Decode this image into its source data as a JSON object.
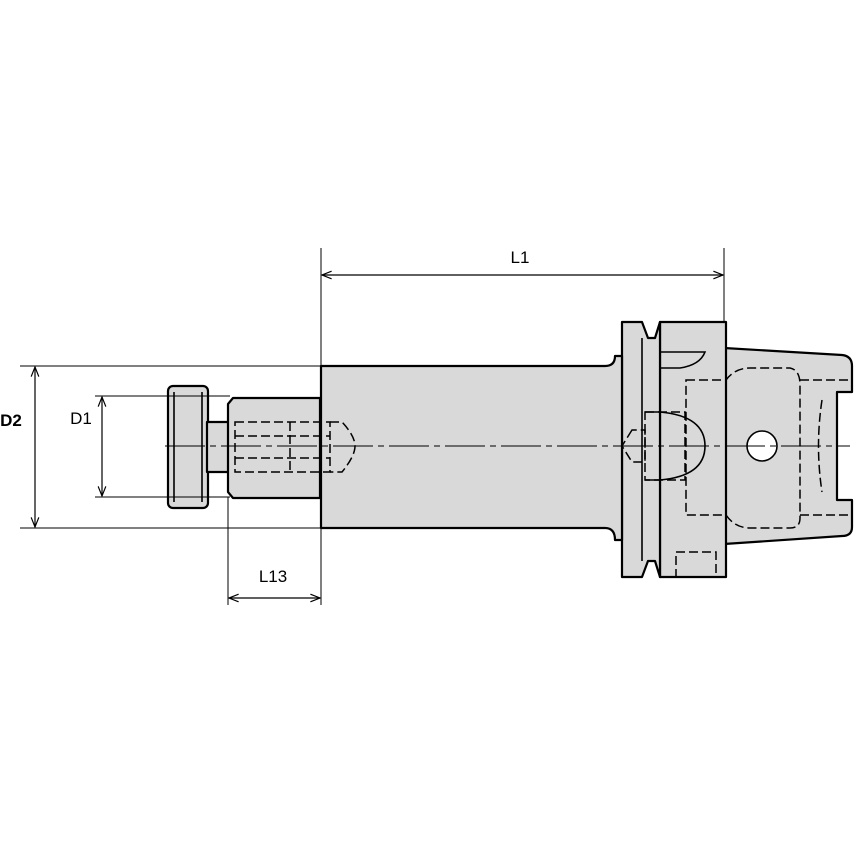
{
  "labels": {
    "l1": "L1",
    "d2": "D2",
    "d1": "D1",
    "l13": "L13"
  },
  "colors": {
    "part_fill": "#d9d9d9",
    "line": "#000000",
    "background": "#ffffff"
  }
}
